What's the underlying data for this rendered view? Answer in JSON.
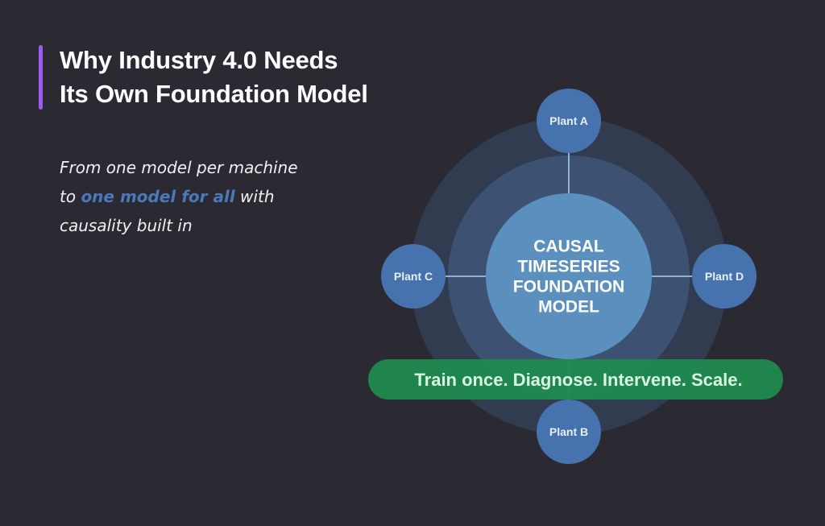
{
  "title": {
    "line1": "Why Industry 4.0 Needs",
    "line2": "Its Own Foundation Model"
  },
  "subtitle": {
    "part1": "From one model per machine to ",
    "highlight": "one model for all",
    "part2": " with causality built in"
  },
  "colors": {
    "background": "#2b2a33",
    "accent_bar": "#9b5cf5",
    "highlight": "#4a78b8",
    "outer_ring": "#323c50",
    "middle_ring": "#3d5272",
    "core": "#5b8fbd",
    "plant_node": "#4673ad",
    "connector": "#8fb2d8",
    "banner": "#1f8a4f"
  },
  "diagram": {
    "core_lines": [
      "CAUSAL",
      "TIMESERIES",
      "FOUNDATION",
      "MODEL"
    ],
    "plants": [
      {
        "label": "Plant A",
        "position": "top"
      },
      {
        "label": "Plant B",
        "position": "bottom"
      },
      {
        "label": "Plant C",
        "position": "left"
      },
      {
        "label": "Plant D",
        "position": "right"
      }
    ],
    "banner": "Train once. Diagnose. Intervene. Scale."
  }
}
